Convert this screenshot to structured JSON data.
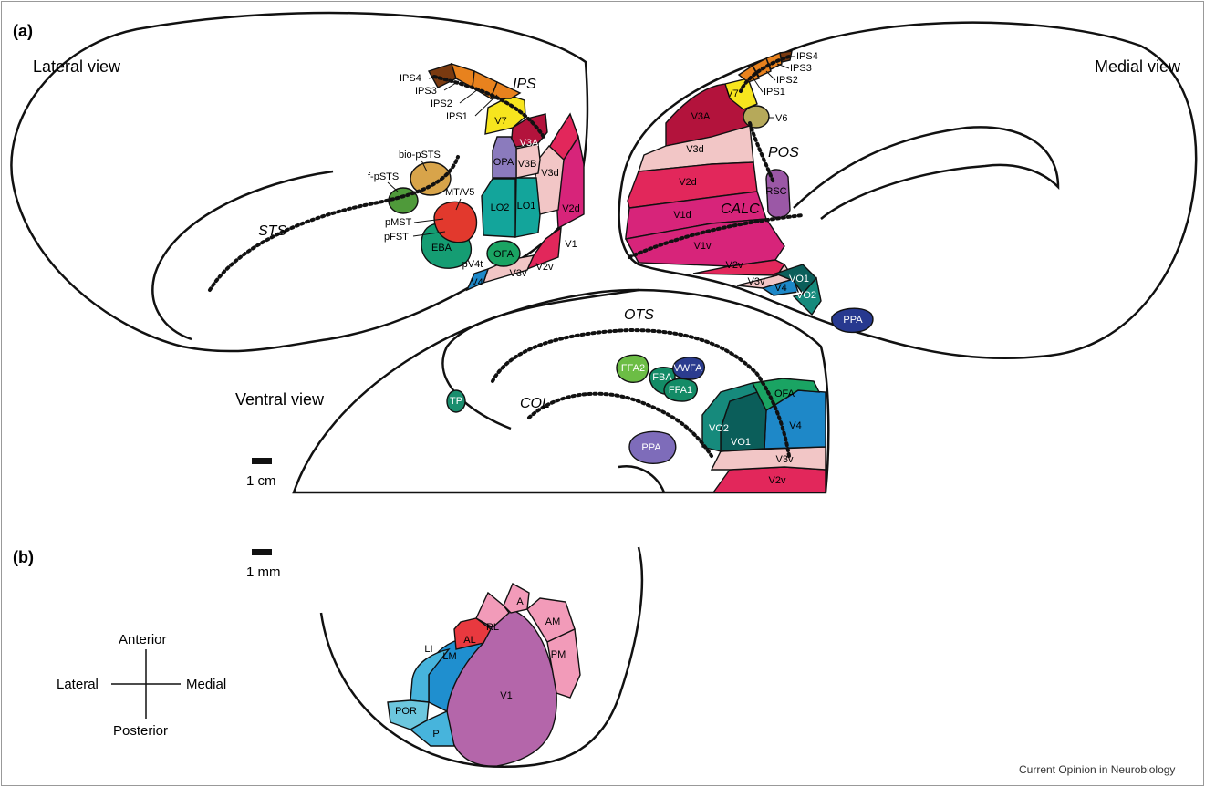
{
  "panels": {
    "a": "(a)",
    "b": "(b)"
  },
  "views": {
    "lateral": "Lateral view",
    "medial": "Medial view",
    "ventral": "Ventral view"
  },
  "sulci": {
    "ips": "IPS",
    "sts": "STS",
    "pos": "POS",
    "calc": "CALC",
    "ots": "OTS",
    "col": "COL"
  },
  "lateral_regions": {
    "ips4": "IPS4",
    "ips3": "IPS3",
    "ips2": "IPS2",
    "ips1": "IPS1",
    "v7": "V7",
    "v3a": "V3A",
    "opa": "OPA",
    "v3b": "V3B",
    "v3d": "V3d",
    "lo2": "LO2",
    "lo1": "LO1",
    "v2d": "V2d",
    "v1": "V1",
    "bio_psts": "bio-pSTS",
    "f_psts": "f-pSTS",
    "mt_v5": "MT/V5",
    "pmst": "pMST",
    "pfst": "pFST",
    "eba": "EBA",
    "pv4t": "pV4t",
    "ofa": "OFA",
    "v3v": "V3v",
    "v2v": "V2v",
    "v4": "V4"
  },
  "medial_regions": {
    "ips4": "IPS4",
    "ips3": "IPS3",
    "ips2": "IPS2",
    "ips1": "IPS1",
    "v7": "V7",
    "v6": "V6",
    "v3a": "V3A",
    "v3d": "V3d",
    "v2d": "V2d",
    "v1d": "V1d",
    "v1v": "V1v",
    "v2v": "V2v",
    "v3v": "V3v",
    "rsc": "RSC",
    "v4": "V4",
    "vo1": "VO1",
    "vo2": "VO2",
    "ppa": "PPA"
  },
  "ventral_regions": {
    "tp": "TP",
    "ffa2": "FFA2",
    "fba": "FBA",
    "vwfa": "VWFA",
    "ffa1": "FFA1",
    "ppa": "PPA",
    "ofa": "OFA",
    "v4": "V4",
    "vo2": "VO2",
    "vo1": "VO1",
    "v3v": "V3v",
    "v2v": "V2v"
  },
  "mouse_regions": {
    "al": "AL",
    "rl": "RL",
    "a": "A",
    "am": "AM",
    "pm": "PM",
    "li": "LI",
    "lm": "LM",
    "v1": "V1",
    "por": "POR",
    "p": "P"
  },
  "scale_bars": {
    "cm": "1 cm",
    "mm": "1 mm"
  },
  "orientation": {
    "anterior": "Anterior",
    "lateral": "Lateral",
    "medial": "Medial",
    "posterior": "Posterior"
  },
  "credit": "Current Opinion in Neurobiology",
  "colors": {
    "ips_dark": "#7a3a10",
    "ips_orange": "#e8821e",
    "v7": "#f7e51e",
    "v3a": "#b3133c",
    "v3ab_pink": "#f2c6c6",
    "opa": "#8b7bbd",
    "lo": "#13a59b",
    "v2": "#e2275b",
    "v1": "#d7247a",
    "bio_psts": "#d8a44a",
    "f_psts": "#4f9a3a",
    "mt": "#e2392d",
    "eba": "#159d73",
    "ofa": "#1aa463",
    "v4": "#1e88c8",
    "vo1": "#0b5e5a",
    "vo2": "#168a7c",
    "ppa_medial": "#27398f",
    "ppa_ventral": "#7e6cba",
    "rsc": "#9b58a6",
    "v6": "#b6a95a",
    "ffa2": "#6cbd45",
    "fba_ffa1": "#138b66",
    "vwfa": "#2b3c8f",
    "tp": "#1a8e6e",
    "mouse_v1": "#b466aa",
    "mouse_pink": "#f29bb9",
    "mouse_al": "#e8393f",
    "mouse_lm": "#1f8fcf",
    "mouse_li": "#47b4dc",
    "mouse_por": "#6cc7de"
  }
}
